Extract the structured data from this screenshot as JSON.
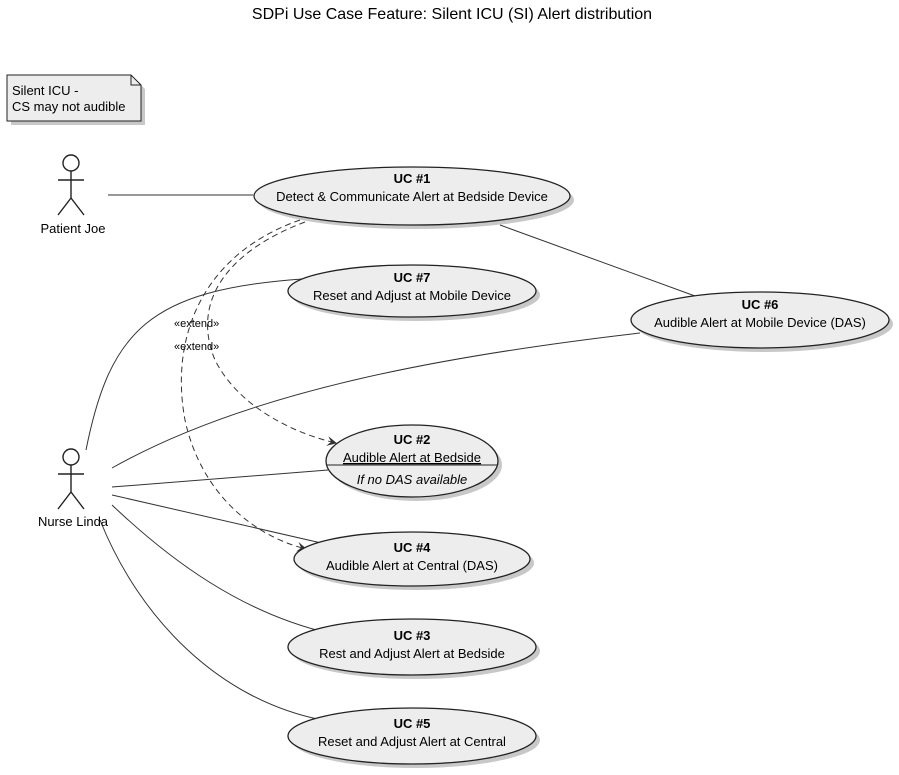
{
  "title": "SDPi Use Case Feature:  Silent ICU (SI) Alert distribution",
  "note": {
    "line1": "Silent ICU -",
    "line2": "CS may not audible"
  },
  "actors": {
    "patient": "Patient Joe",
    "nurse": "Nurse Linda"
  },
  "use_cases": {
    "uc1": {
      "id": "UC #1",
      "label": "Detect & Communicate Alert at Bedside Device"
    },
    "uc7": {
      "id": "UC #7",
      "label": "Reset and Adjust at Mobile Device"
    },
    "uc6": {
      "id": "UC #6",
      "label": "Audible Alert at Mobile Device (DAS)"
    },
    "uc2": {
      "id": "UC #2",
      "label": "Audible Alert at Bedside",
      "condition": "If no DAS available"
    },
    "uc4": {
      "id": "UC #4",
      "label": "Audible Alert at Central (DAS)"
    },
    "uc3": {
      "id": "UC #3",
      "label": "Rest and Adjust Alert at Bedside"
    },
    "uc5": {
      "id": "UC #5",
      "label": "Reset and Adjust Alert at Central"
    }
  },
  "relations": {
    "extend1": "«extend»",
    "extend2": "«extend»"
  },
  "colors": {
    "use_case_fill": "#ededed",
    "note_fill": "#ededed",
    "line": "#333333"
  }
}
